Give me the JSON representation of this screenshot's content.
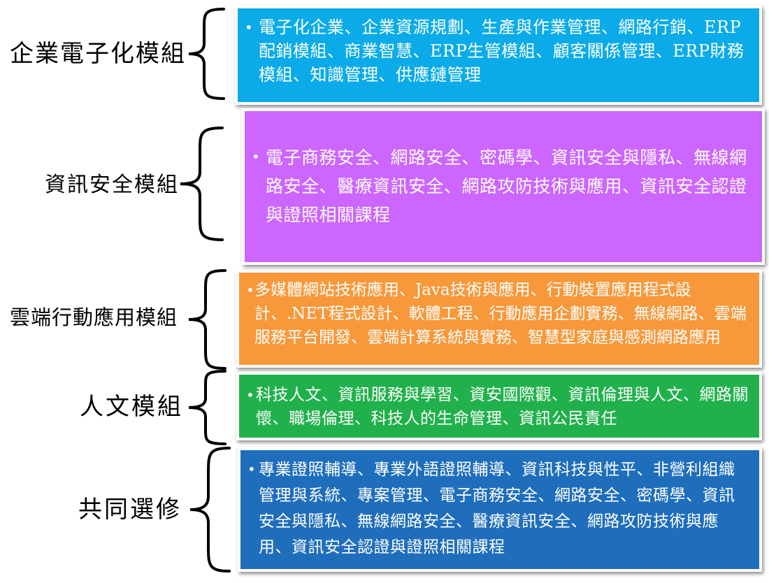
{
  "modules": [
    {
      "label": "企業電子化模組",
      "color": "#0aabe8",
      "text": "電子化企業、企業資源規劃、生產與作業管理、網路行銷、ERP配銷模組、商業智慧、ERP生管模組、顧客關係管理、ERP財務模組、知識管理、供應鏈管理"
    },
    {
      "label": "資訊安全模組",
      "color": "#cc66ff",
      "text": "電子商務安全、網路安全、密碼學、資訊安全與隱私、無線網路安全、醫療資訊安全、網路攻防技術與應用、資訊安全認證與證照相關課程"
    },
    {
      "label": "雲端行動應用模組",
      "color": "#f7983a",
      "text": "多媒體網站技術應用、Java技術與應用、行動裝置應用程式設計、.NET程式設計、軟體工程、行動應用企劃實務、無線網路、雲端服務平台開發、雲端計算系統與實務、智慧型家庭與感測網路應用"
    },
    {
      "label": "人文模組",
      "color": "#21b14c",
      "text": "科技人文、資訊服務與學習、資安國際觀、資訊倫理與人文、網路關懷、職場倫理、科技人的生命管理、資訊公民責任"
    },
    {
      "label": "共同選修",
      "color": "#1f6ebc",
      "text": "專業證照輔導、專業外語證照輔導、資訊科技與性平、非營利組織管理與系統、專案管理、電子商務安全、網路安全、密碼學、資訊安全與隱私、無線網路安全、醫療資訊安全、網路攻防技術與應用、資訊安全認證與證照相關課程"
    }
  ],
  "bullet": "•",
  "brace_color": "#000000"
}
